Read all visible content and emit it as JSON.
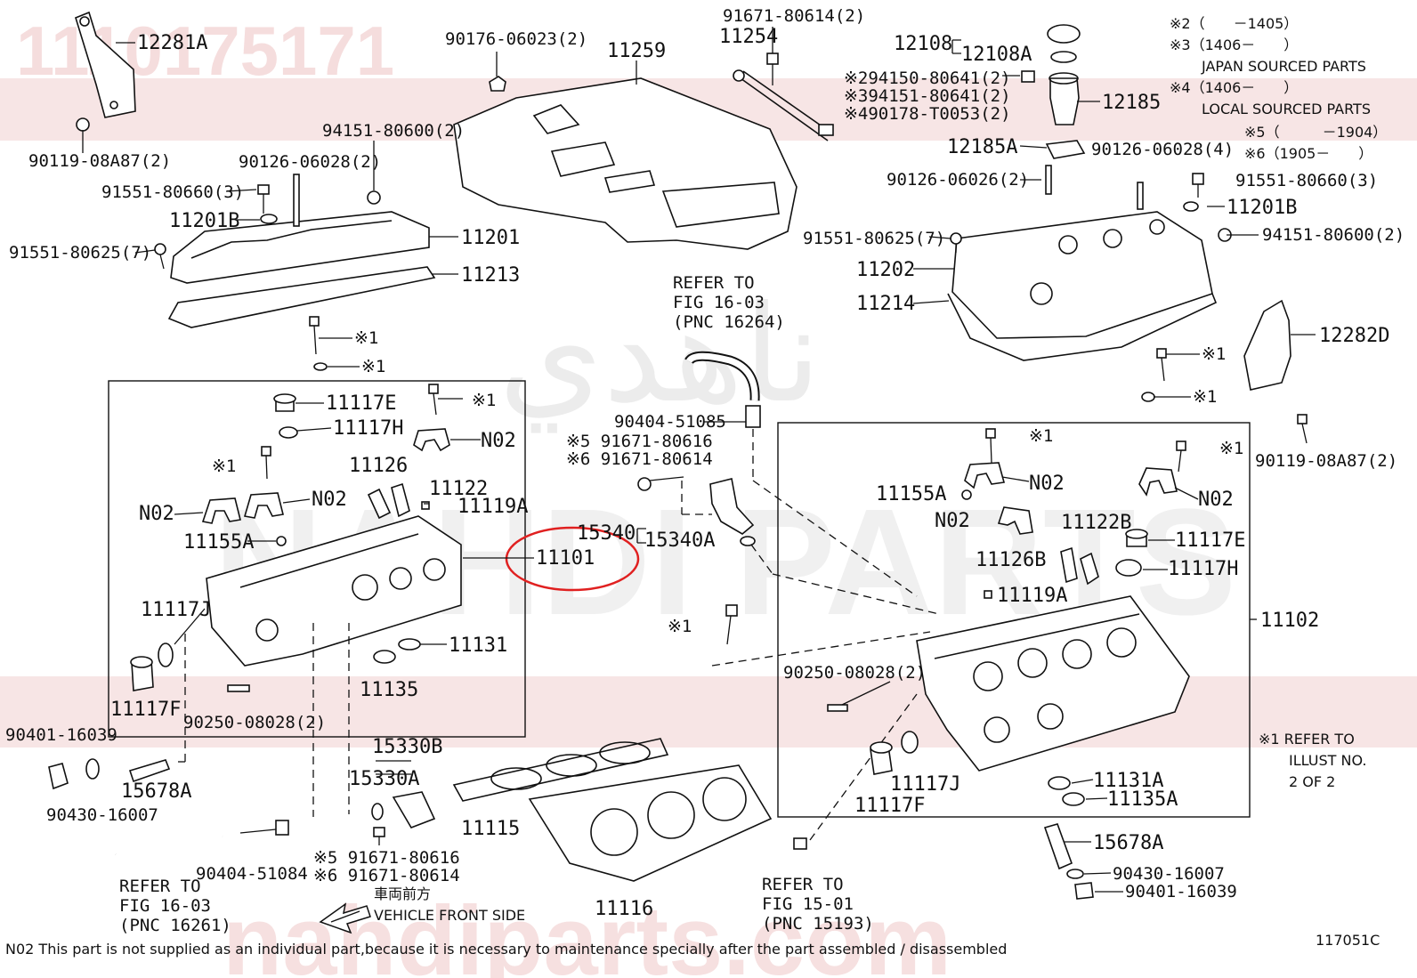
{
  "watermark": {
    "part_number": "1110175171",
    "brand_text": "NAHDI PARTS",
    "arabic_text": "ناهدي",
    "url": "nahdiparts.com",
    "band_color": "#c94747"
  },
  "notes": {
    "n2": "※2（　　－1405）",
    "n3": "※3（1406－　　）",
    "n3b": "JAPAN SOURCED PARTS",
    "n4": "※4（1406－　　）",
    "n4b": "LOCAL SOURCED PARTS",
    "n5": "※5（　　　－1904）",
    "n6": "※6（1905－　　）",
    "n1a": "※1 REFER TO",
    "n1b": "ILLUST NO.",
    "n1c": "2 OF 2"
  },
  "labels": {
    "p12281A": "12281A",
    "p9011908A87a": "90119-08A87(2)",
    "p9017606023": "90176-06023(2)",
    "p11259": "11259",
    "p9167180614top": "91671-80614(2)",
    "p11254": "11254",
    "p12108": "12108",
    "p12108A": "12108A",
    "p2_94150": "※294150-80641(2)",
    "p3_94151": "※394151-80641(2)",
    "p4_90178": "※490178-T0053(2)",
    "p12185": "12185",
    "p12185A": "12185A",
    "p9012606028r": "90126-06028(4)",
    "p9012606026": "90126-06026(2)",
    "p9155180660r": "91551-80660(3)",
    "p11201Br": "11201B",
    "p9415180600r": "94151-80600(2)",
    "p9155180625r": "91551-80625(7)",
    "p11202": "11202",
    "p11214": "11214",
    "p12282D": "12282D",
    "x1r1": "※1",
    "x1r2": "※1",
    "p9011908A87b": "90119-08A87(2)",
    "p9415180600l": "94151-80600(2)",
    "p9012606028l": "90126-06028(2)",
    "p9155180660l": "91551-80660(3)",
    "p11201Bl": "11201B",
    "p11201": "11201",
    "p9155180625l": "91551-80625(7)",
    "p11213": "11213",
    "x1l1": "※1",
    "x1l2": "※1",
    "refer1a": "REFER TO",
    "refer1b": "FIG 16-03",
    "refer1c": "(PNC 16264)",
    "p11117E": "11117E",
    "x1a": "※1",
    "p11117H": "11117H",
    "pN02a": "N02",
    "x1b": "※1",
    "p11126": "11126",
    "p11122": "11122",
    "pN02b": "N02",
    "pN02c": "N02",
    "p11119A": "11119A",
    "p11155A": "11155A",
    "p11101": "11101",
    "p11117J": "11117J",
    "p11131": "11131",
    "p11135": "11135",
    "p11117F": "11117F",
    "p9025008028l": "90250-08028(2)",
    "p9040116039l": "90401-16039",
    "p15678A": "15678A",
    "p9043016007l": "90430-16007",
    "p15330B": "15330B",
    "p15330A": "15330A",
    "p11115": "11115",
    "p11116": "11116",
    "p9040451084": "90404-51084",
    "x5b": "※5 91671-80616",
    "x6b": "※6 91671-80614",
    "refer2a": "REFER TO",
    "refer2b": "FIG 16-03",
    "refer2c": "(PNC 16261)",
    "front_jp": "車両前方",
    "front_en": "VEHICLE FRONT SIDE",
    "p9040451085": "90404-51085",
    "x5a": "※5 91671-80616",
    "x6a": "※6 91671-80614",
    "p15340": "15340",
    "p15340A": "15340A",
    "x1c": "※1",
    "p9025008028r": "90250-08028(2)",
    "refer3a": "REFER TO",
    "refer3b": "FIG 15-01",
    "refer3c": "(PNC 15193)",
    "x1d": "※1",
    "x1e": "※1",
    "p11155Ar": "11155A",
    "pN02d": "N02",
    "pN02e": "N02",
    "pN02f": "N02",
    "p11122B": "11122B",
    "p11117Er": "11117E",
    "p11126B": "11126B",
    "p11117Hr": "11117H",
    "p11119Ar": "11119A",
    "p11102": "11102",
    "p11117Jr": "11117J",
    "p11117Fr": "11117F",
    "p11131A": "11131A",
    "p11135A": "11135A",
    "p15678Ar": "15678A",
    "p9043016007r": "90430-16007",
    "p9040116039r": "90401-16039",
    "footer": "N02 This part is not supplied as an individual part,because it is necessary to maintenance specially after the part assembled / disassembled",
    "diagram_id": "117051C"
  },
  "highlight_color": "#e02020"
}
